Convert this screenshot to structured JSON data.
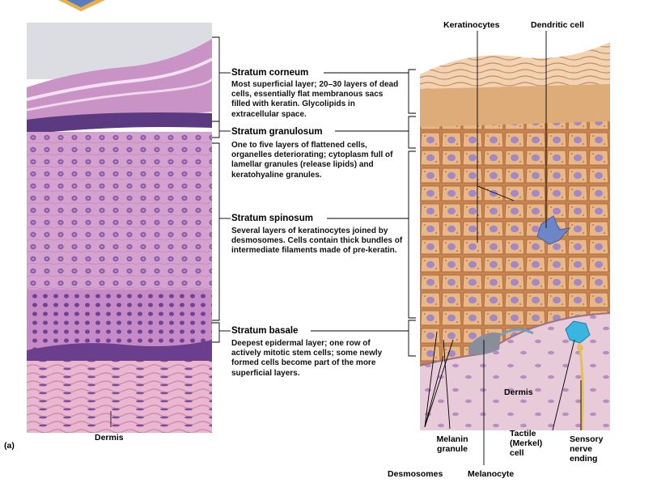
{
  "panel_label": "(a)",
  "layers": [
    {
      "name": "Stratum corneum",
      "description": "Most superficial layer; 20–30 layers of dead cells, essentially flat membranous sacs filled with keratin. Glycolipids in extracellular space."
    },
    {
      "name": "Stratum granulosum",
      "description": "One to five layers of flattened cells, organelles deteriorating; cytoplasm full of lamellar granules (release lipids) and keratohyaline granules."
    },
    {
      "name": "Stratum spinosum",
      "description": "Several layers of keratinocytes joined by desmosomes. Cells contain thick bundles of intermediate filaments made of pre-keratin."
    },
    {
      "name": "Stratum basale",
      "description": "Deepest epidermal layer; one row of actively mitotic stem cells; some newly formed cells become part of the more superficial layers."
    }
  ],
  "labels": {
    "dermis_left": "Dermis",
    "dermis_right": "Dermis",
    "keratinocytes": "Keratinocytes",
    "dendritic_cell": "Dendritic cell",
    "melanin_granule": "Melanin granule",
    "desmosomes": "Desmosomes",
    "melanocyte": "Melanocyte",
    "tactile_cell": "Tactile (Merkel) cell",
    "sensory_nerve": "Sensory nerve ending"
  },
  "colors": {
    "histo_pink": "#d9a3cf",
    "histo_purple": "#7a4a9a",
    "keratinocyte_tan": "#e6b585",
    "dendritic_blue": "#6d86c8",
    "merkel_cyan": "#3ab5e0",
    "dermis_pink": "#e4c8d6"
  }
}
